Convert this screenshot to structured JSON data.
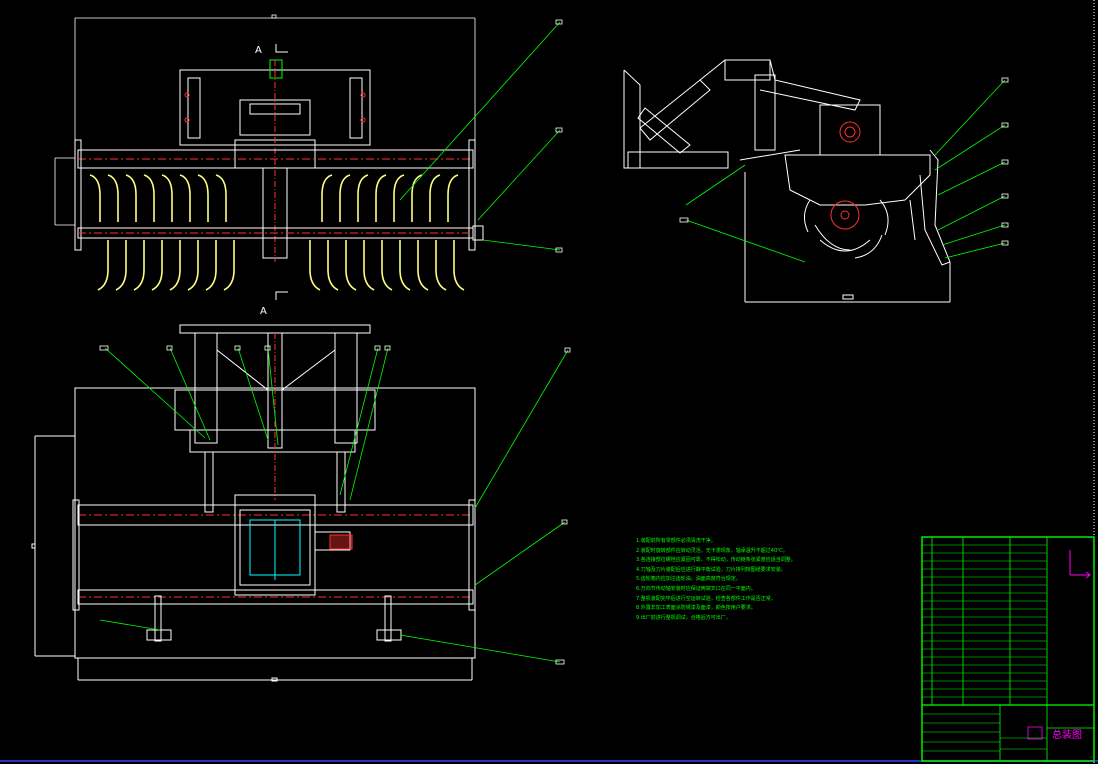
{
  "section_label_top": "A",
  "section_label_bottom": "A",
  "notes": [
    "1.装配前所有零部件必须清洗干净。",
    "2.装配时旋转部件应转动灵活，无卡滞现象，轴承温升不超过40℃。",
    "3.各连接部位螺栓应紧固可靠，不得松动，传动链条张紧度应适当调整。",
    "4.刀轴及刀片装配后应进行静平衡试验，刀片排列按图纸要求安装。",
    "5.齿轮箱内应加注齿轮油，油面高度符合规定。",
    "6.万向节传动轴安装时应保证两端叉口在同一平面内。",
    "7.整机装配完毕后进行空运转试验，检查各部件工作是否正常。",
    "8.外露非加工表面涂防锈漆及面漆，颜色按用户要求。",
    "9.出厂前进行整机调试，合格后方可出厂。"
  ],
  "title_block": {
    "drawing_title": "总装图"
  },
  "colors": {
    "background": "#000000",
    "outline": "#ffffff",
    "leader": "#00ff00",
    "centerline": "#ff3030",
    "blade": "#ffff80",
    "hidden": "#00ffff",
    "accent": "#ff00ff",
    "dimension": "#ffff00"
  }
}
